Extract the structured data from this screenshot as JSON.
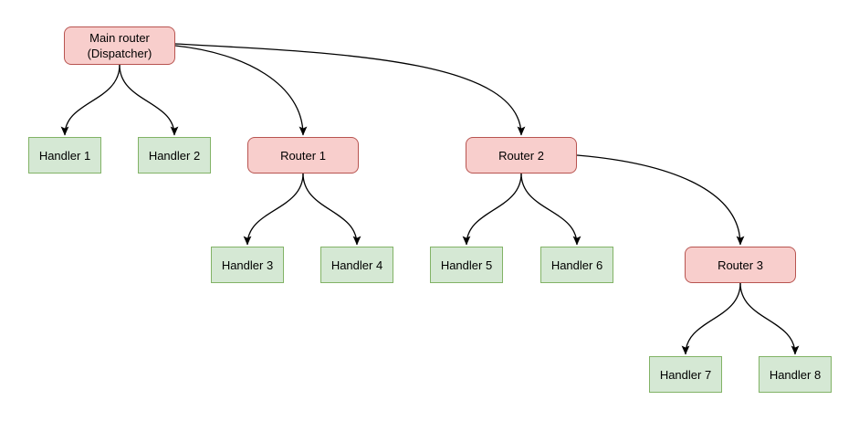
{
  "diagram": {
    "type": "tree-routing-diagram",
    "nodes": {
      "main_router": {
        "label_line1": "Main router",
        "label_line2": "(Dispatcher)",
        "type": "router"
      },
      "handler1": {
        "label": "Handler 1",
        "type": "handler"
      },
      "handler2": {
        "label": "Handler 2",
        "type": "handler"
      },
      "router1": {
        "label": "Router 1",
        "type": "router"
      },
      "router2": {
        "label": "Router 2",
        "type": "router"
      },
      "handler3": {
        "label": "Handler 3",
        "type": "handler"
      },
      "handler4": {
        "label": "Handler 4",
        "type": "handler"
      },
      "handler5": {
        "label": "Handler 5",
        "type": "handler"
      },
      "handler6": {
        "label": "Handler 6",
        "type": "handler"
      },
      "router3": {
        "label": "Router 3",
        "type": "router"
      },
      "handler7": {
        "label": "Handler 7",
        "type": "handler"
      },
      "handler8": {
        "label": "Handler 8",
        "type": "handler"
      }
    },
    "edges": [
      {
        "from": "main_router",
        "to": "handler1"
      },
      {
        "from": "main_router",
        "to": "handler2"
      },
      {
        "from": "main_router",
        "to": "router1"
      },
      {
        "from": "main_router",
        "to": "router2"
      },
      {
        "from": "router1",
        "to": "handler3"
      },
      {
        "from": "router1",
        "to": "handler4"
      },
      {
        "from": "router2",
        "to": "handler5"
      },
      {
        "from": "router2",
        "to": "handler6"
      },
      {
        "from": "router2",
        "to": "router3"
      },
      {
        "from": "router3",
        "to": "handler7"
      },
      {
        "from": "router3",
        "to": "handler8"
      }
    ]
  },
  "colors": {
    "background": "#ffffff",
    "router_fill": "#f8cecc",
    "router_border": "#b85450",
    "handler_fill": "#d5e8d4",
    "handler_border": "#82b366",
    "edge_color": "#000000",
    "text_color": "#000000"
  }
}
